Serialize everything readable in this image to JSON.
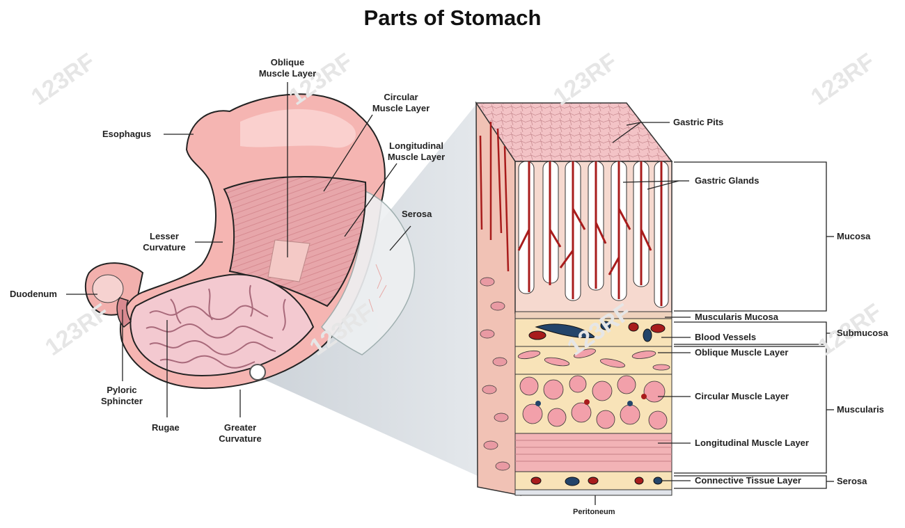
{
  "title": "Parts of Stomach",
  "watermark": "123RF",
  "labels": {
    "esophagus": "Esophagus",
    "oblique_muscle_layer": [
      "Oblique",
      "Muscle Layer"
    ],
    "circular_muscle_layer": [
      "Circular",
      "Muscle Layer"
    ],
    "longitudinal_muscle_layer": [
      "Longitudinal",
      "Muscle Layer"
    ],
    "serosa_left": "Serosa",
    "lesser_curvature": [
      "Lesser",
      "Curvature"
    ],
    "duodenum": "Duodenum",
    "pyloric_sphincter": [
      "Pyloric",
      "Sphincter"
    ],
    "rugae": "Rugae",
    "greater_curvature": [
      "Greater",
      "Curvature"
    ]
  },
  "section_labels": {
    "gastric_pits": "Gastric Pits",
    "gastric_glands": "Gastric Glands",
    "muscularis_mucosa": "Muscularis Mucosa",
    "blood_vessels": "Blood Vessels",
    "oblique_muscle_layer": "Oblique Muscle Layer",
    "circular_muscle_layer": "Circular Muscle Layer",
    "longitudinal_muscle_layer": "Longitudinal Muscle Layer",
    "connective_tissue_layer": "Connective Tissue Layer",
    "peritoneum": "Peritoneum"
  },
  "groups": {
    "mucosa": "Mucosa",
    "submucosa": "Submucosa",
    "muscularis": "Muscularis",
    "serosa": "Serosa"
  },
  "colors": {
    "outer_pink": "#f7b8b4",
    "muscle_pink": "#e39aa0",
    "interior": "#f3c9d0",
    "rugae_lines": "#b07080",
    "blood_red": "#a81c1c",
    "vein_blue": "#23446a",
    "submucosa_cream": "#f8e3b8",
    "muscle_cell": "#f2a0aa",
    "magnifier_gray": "#d9dde2"
  }
}
